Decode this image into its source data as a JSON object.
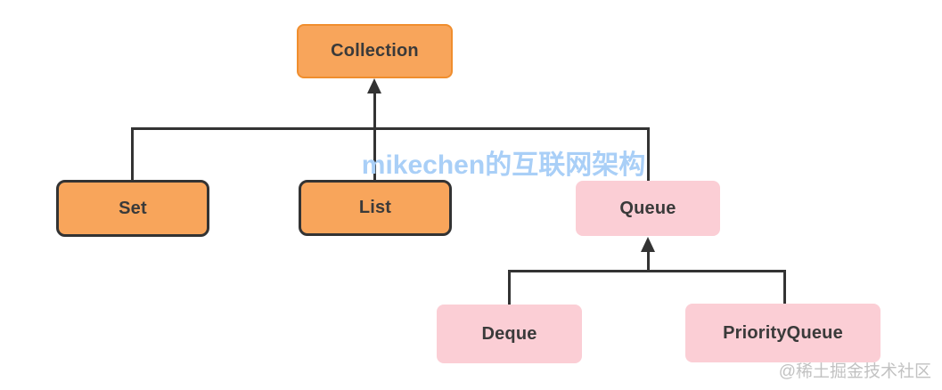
{
  "diagram": {
    "type": "hierarchy",
    "nodes": {
      "collection": {
        "label": "Collection",
        "fill": "#f8a55b",
        "border": "#f08e2e"
      },
      "set": {
        "label": "Set",
        "fill": "#f8a55b",
        "border": "#333333"
      },
      "list": {
        "label": "List",
        "fill": "#f8a55b",
        "border": "#333333"
      },
      "queue": {
        "label": "Queue",
        "fill": "#fbced5",
        "border": "none"
      },
      "deque": {
        "label": "Deque",
        "fill": "#fbced5",
        "border": "none"
      },
      "priorityqueue": {
        "label": "PriorityQueue",
        "fill": "#fbced5",
        "border": "none"
      }
    },
    "edges": [
      {
        "from": "Set",
        "to": "Collection"
      },
      {
        "from": "List",
        "to": "Collection"
      },
      {
        "from": "Queue",
        "to": "Collection"
      },
      {
        "from": "Deque",
        "to": "Queue"
      },
      {
        "from": "PriorityQueue",
        "to": "Queue"
      }
    ],
    "edge_color": "#333333"
  },
  "watermarks": {
    "center": "mikechen的互联网架构",
    "bottom_right": "@稀土掘金技术社区",
    "center_color": "#a9cff7",
    "bottom_right_color": "#c2c2c2"
  }
}
